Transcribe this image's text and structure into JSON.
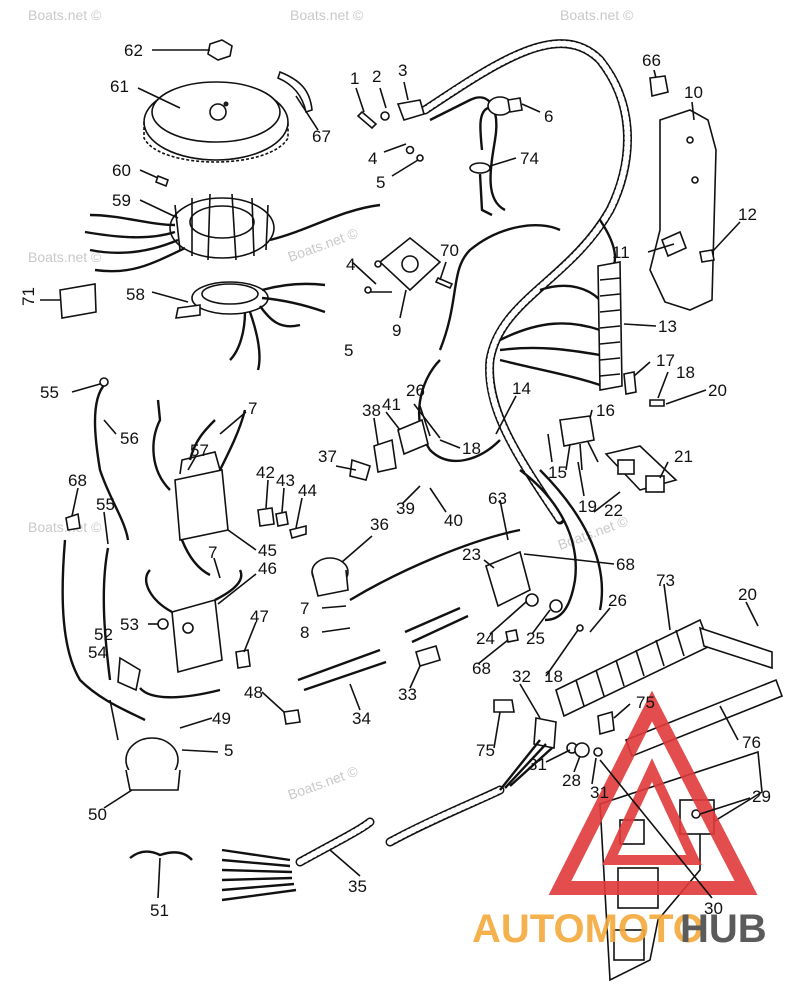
{
  "watermark": "Boats.net ©",
  "logo": {
    "word_part1": "AUTOMOTO",
    "word_part2": "HUB",
    "colors": {
      "orange": "#f3a93b",
      "red": "#e03a3a",
      "gray": "#4a4a4a"
    }
  },
  "callouts": {
    "c1": "1",
    "c2": "2",
    "c3": "3",
    "c4a": "4",
    "c4b": "4",
    "c5a": "5",
    "c5b": "5",
    "c5c": "5",
    "c6": "6",
    "c7a": "7",
    "c7b": "7",
    "c7c": "7",
    "c8": "8",
    "c9": "9",
    "c10": "10",
    "c11": "11",
    "c12": "12",
    "c13": "13",
    "c14": "14",
    "c15": "15",
    "c16": "16",
    "c17": "17",
    "c18a": "18",
    "c18b": "18",
    "c18c": "18",
    "c19": "19",
    "c20a": "20",
    "c20b": "20",
    "c21": "21",
    "c22": "22",
    "c23": "23",
    "c24": "24",
    "c25": "25",
    "c26a": "26",
    "c26b": "26",
    "c28": "28",
    "c29": "29",
    "c30": "30",
    "c31a": "31",
    "c31b": "31",
    "c32": "32",
    "c33": "33",
    "c34": "34",
    "c35": "35",
    "c36": "36",
    "c37": "37",
    "c38": "38",
    "c39": "39",
    "c40": "40",
    "c41": "41",
    "c42": "42",
    "c43": "43",
    "c44": "44",
    "c45": "45",
    "c46": "46",
    "c47": "47",
    "c48": "48",
    "c49": "49",
    "c50": "50",
    "c51": "51",
    "c52": "52",
    "c53": "53",
    "c54": "54",
    "c55a": "55",
    "c55b": "55",
    "c56": "56",
    "c57": "57",
    "c58": "58",
    "c59": "59",
    "c60": "60",
    "c61": "61",
    "c62": "62",
    "c63": "63",
    "c66": "66",
    "c67": "67",
    "c68a": "68",
    "c68b": "68",
    "c68c": "68",
    "c70": "70",
    "c71": "71",
    "c73": "73",
    "c74": "74",
    "c75a": "75",
    "c75b": "75",
    "c76": "76"
  }
}
